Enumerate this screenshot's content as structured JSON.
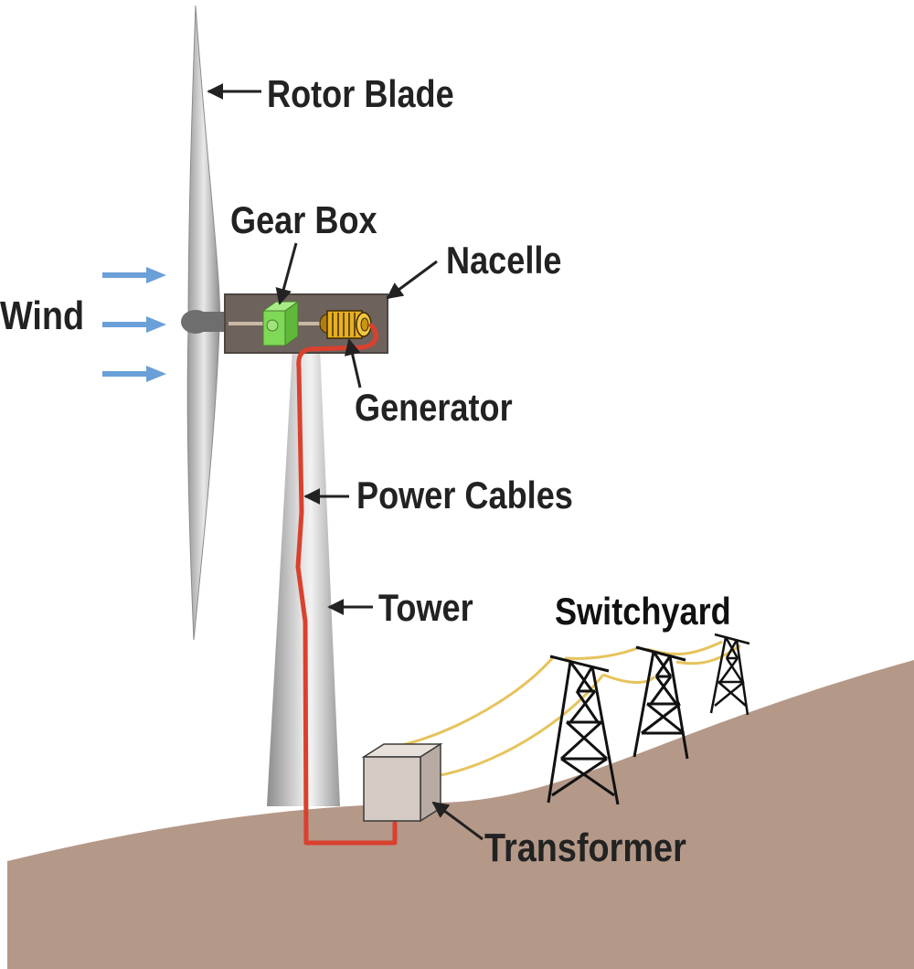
{
  "labels": {
    "rotor_blade": "Rotor Blade",
    "gear_box": "Gear Box",
    "nacelle": "Nacelle",
    "wind": "Wind",
    "generator": "Generator",
    "power_cables": "Power Cables",
    "tower": "Tower",
    "switchyard": "Switchyard",
    "transformer": "Transformer"
  },
  "colors": {
    "ground": "#b49888",
    "nacelle": "#6e625c",
    "gear_box": "#7ed957",
    "generator": "#e8b020",
    "power_cable": "#d9412e",
    "wind_arrows": "#6a9fd8",
    "transmission_lines": "#e6c35c",
    "transformer": "#d6cbc4",
    "tower": "#b5b5b5",
    "arrows": "#222222"
  }
}
